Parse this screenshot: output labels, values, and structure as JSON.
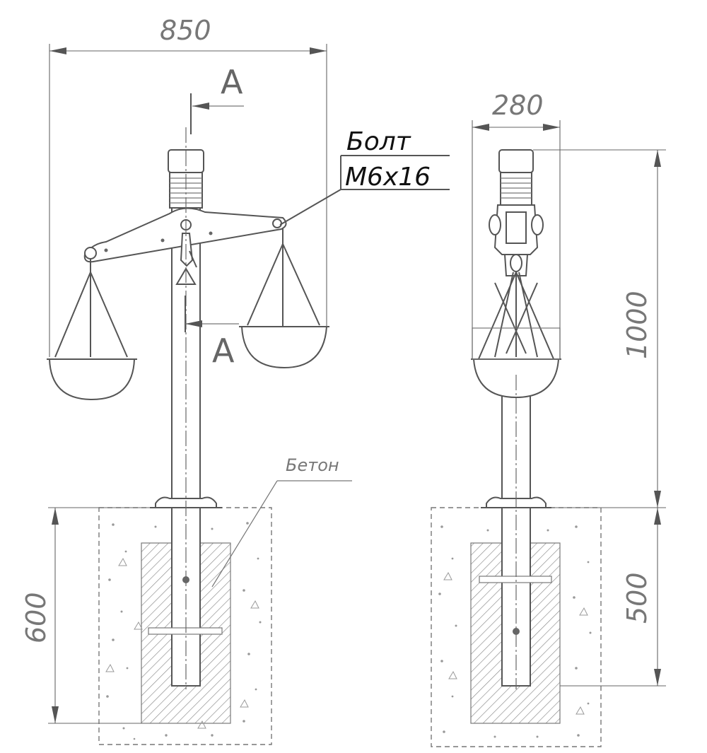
{
  "dimensions": {
    "total_width": "850",
    "side_width": "280",
    "height_above": "1000",
    "depth_left": "600",
    "depth_right": "500"
  },
  "section_marks": {
    "top": "A",
    "bottom": "A"
  },
  "leader": {
    "line1": "Болт",
    "line2": "М6х16"
  },
  "material_note": "Бетон"
}
